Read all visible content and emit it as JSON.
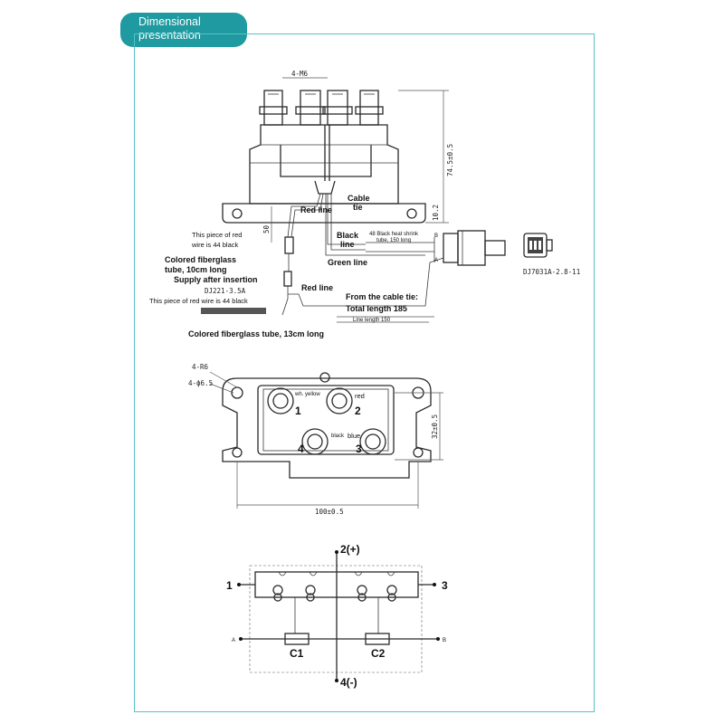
{
  "header": {
    "tab_line1": "Dimensional",
    "tab_line2": "presentation"
  },
  "side_view": {
    "bolt_label": "4-M6",
    "height_dim": "74.5±0.5",
    "base_dim": "10.2",
    "wire_dim": "50",
    "cable_tie_line1": "Cable",
    "cable_tie_line2": "tie",
    "red_line_top": "Red line",
    "red_wire_note_line1": "This piece of red",
    "red_wire_note_line2": "wire is 44 black",
    "black_line_line1": "Black",
    "black_line_line2": "line",
    "heat_shrink_line1": "48 Black heat shrink",
    "heat_shrink_line2": "tube, 150 long",
    "green_line": "Green line",
    "fiberglass_10_line1": "Colored fiberglass",
    "fiberglass_10_line2": "tube, 10cm long",
    "supply_after_insertion": "Supply after insertion",
    "dj221": "DJ221-3.5A",
    "red_line_bottom": "Red line",
    "red_wire_note_2": "This piece of red wire is 44 black",
    "from_cable_tie": "From the cable tie:",
    "total_length": "Total length 185",
    "line_length": "Line length 150",
    "fiberglass_13": "Colored fiberglass tube, 13cm long",
    "connector_part": "DJ7031A-2.8-11",
    "wire_b": "B",
    "wire_a": "A"
  },
  "top_view": {
    "radius_label": "4-R6",
    "hole_label": "4-ϕ6.5",
    "height_dim": "32±0.5",
    "width_dim": "100±0.5",
    "terminals": [
      {
        "number": "1",
        "color_label": "wh. yellow"
      },
      {
        "number": "2",
        "color_label": "red"
      },
      {
        "number": "3",
        "color_label": "blue"
      },
      {
        "number": "4",
        "color_label": "black"
      }
    ]
  },
  "schematic": {
    "top_terminal": "2(+)",
    "bottom_terminal": "4(-)",
    "left_terminal": "1",
    "right_terminal": "3",
    "coil_left": "C1",
    "coil_right": "C2",
    "node_a": "A",
    "node_b": "B"
  }
}
